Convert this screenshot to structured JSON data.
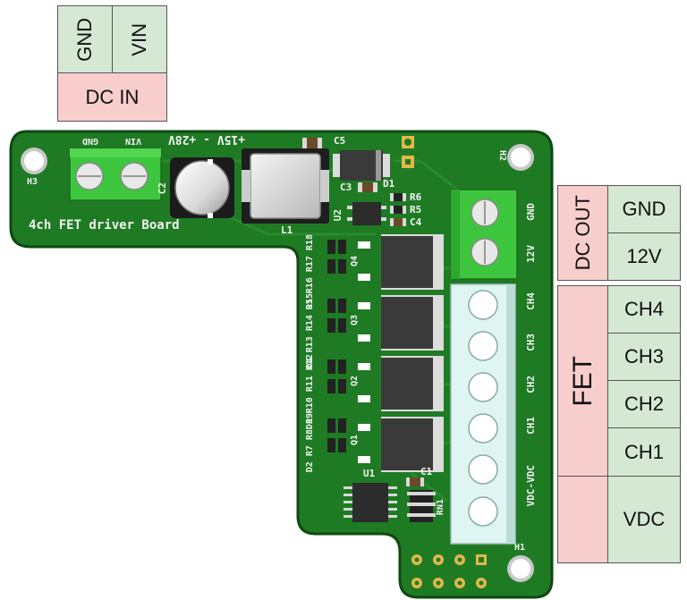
{
  "dc_in": {
    "gnd": "GND",
    "vin": "VIN",
    "title": "DC IN"
  },
  "dc_out": {
    "title": "DC OUT",
    "gnd": "GND",
    "v12": "12V"
  },
  "fet": {
    "title": "FET",
    "ch4": "CH4",
    "ch3": "CH3",
    "ch2": "CH2",
    "ch1": "CH1"
  },
  "vdc": {
    "label": "VDC"
  },
  "board": {
    "name": "4ch FET driver Board",
    "input_range": "+15V - +28V",
    "silk": {
      "h1": "H1",
      "h2": "H2",
      "h3": "H3",
      "gnd": "GND",
      "vin": "VIN",
      "c1": "C1",
      "c2": "C2",
      "c3": "C3",
      "c4": "C4",
      "c5": "C5",
      "d1": "D1",
      "l1": "L1",
      "u1": "U1",
      "u2": "U2",
      "r5": "R5",
      "r6": "R6",
      "rn1": "RN1",
      "q1": "Q1",
      "q2": "Q2",
      "q3": "Q3",
      "q4": "Q4",
      "grp4": "D5 R16 R17 R18",
      "grp3": "D4 R13 R14 R15",
      "grp2": "D3 R10 R11 R12",
      "grp1": "D2 R7 R8 R9",
      "out_gnd": "GND",
      "out_12v": "12V",
      "ch4": "CH4",
      "ch3": "CH3",
      "ch2": "CH2",
      "ch1": "CH1",
      "vdc_vdc": "VDC-VDC"
    }
  },
  "colors": {
    "pcb": "#1f7a24",
    "pcb_edge": "#0d4a12",
    "silkscreen": "#f2f2f2",
    "terminal_green": "#3ec63e",
    "terminal_white": "#dff5f2",
    "table_green": "#d5e8d4",
    "table_pink": "#f8cecc"
  }
}
